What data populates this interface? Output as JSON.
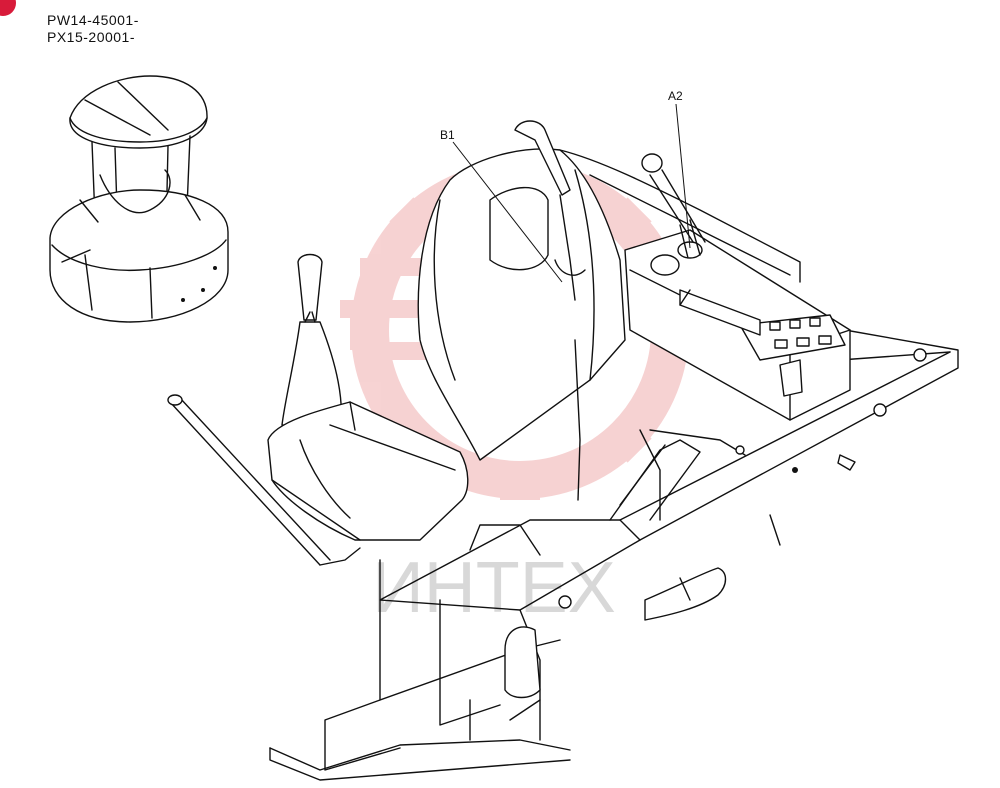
{
  "header": {
    "serial_1": "PW14-45001-",
    "serial_2": "PX15-20001-",
    "corner_badge_color": "#d81b3a"
  },
  "callouts": {
    "a2": "A2",
    "b1": "B1"
  },
  "watermark": {
    "text": "ИНТЕХ",
    "gear_color": "#f4c4c4",
    "text_color": "#d8d8d8"
  }
}
